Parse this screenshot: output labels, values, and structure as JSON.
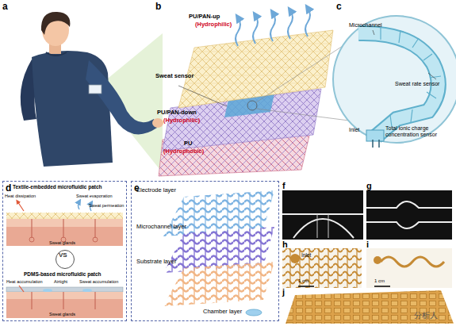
{
  "diagram": {
    "nodes": [
      {
        "text": [
          "d"
        ]
      },
      {
        "text": [
          "VS"
        ],
        "in": 0
      },
      {
        "text": [
          "e"
        ]
      }
    ],
    "labels": [
      "a",
      "b",
      "c",
      "PU/PAN-up",
      "(Hydrophilic)",
      "Sweat sensor",
      "PU/PAN-down",
      "(Hydrophilic)",
      "PU",
      "(Hydrophobic)",
      "Microchannel",
      "Sweat rate sensor",
      "Inlet",
      "Total ionic charge concentration sensor",
      "Textile-embedded microfluidic patch",
      "Heat dissipation",
      "Sweat evaporation",
      "Sweat permeation",
      "Sweat glands",
      "PDMS-based microfluidic patch",
      "Airtight",
      "Heat accumulation",
      "Sweat accumulation",
      "Sweat glands",
      "Electrode layer",
      "Microchannel layer",
      "Substrate layer",
      "Chamber layer",
      "f",
      "g",
      "h",
      "i",
      "j",
      "Inlet",
      "1 cm",
      "1 cm",
      "分析人"
    ]
  }
}
